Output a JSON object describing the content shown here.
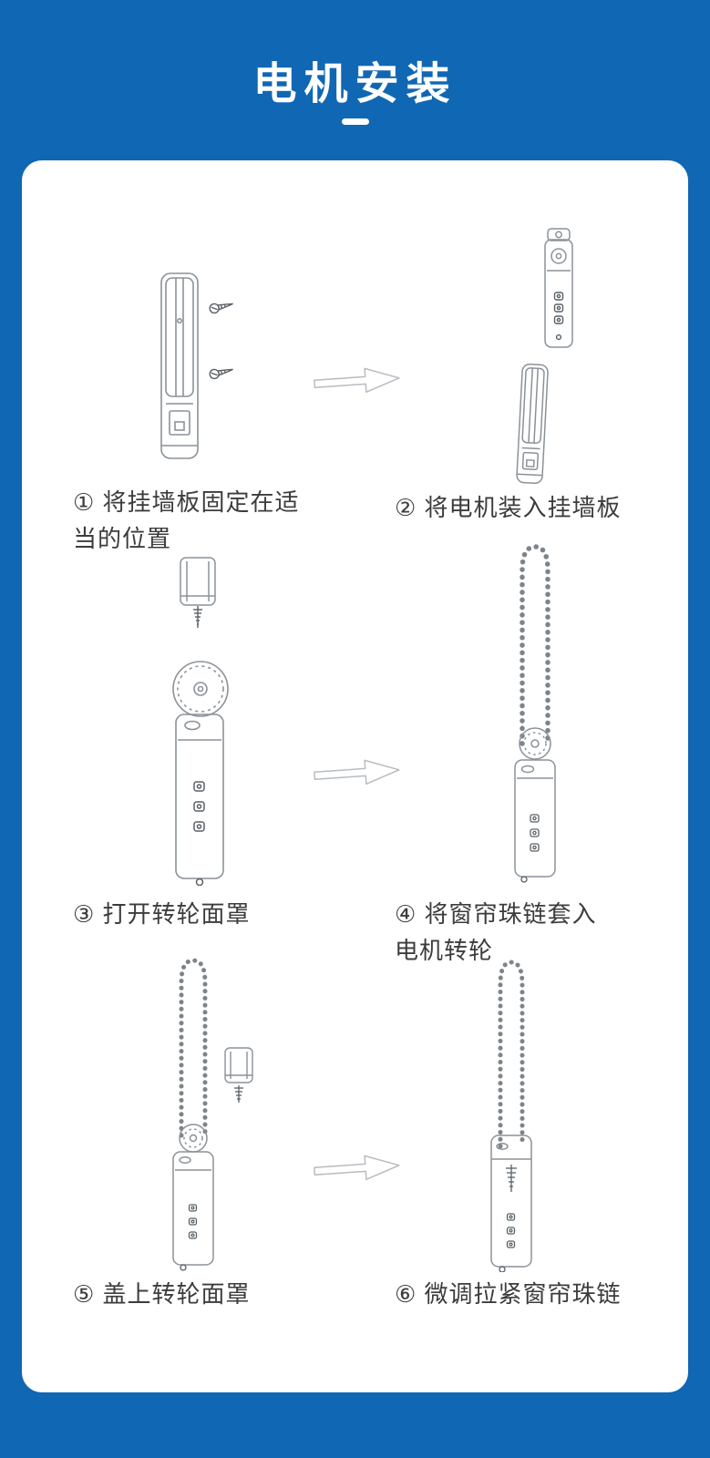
{
  "page": {
    "title": "电机安装",
    "section_marker": "一",
    "background_color": "#1067b4",
    "card_color": "#ffffff",
    "line_art_color": "#8b9298"
  },
  "steps": [
    {
      "caption": "① 将挂墙板固定在适当的位置"
    },
    {
      "caption": "② 将电机装入挂墙板"
    },
    {
      "caption": "③ 打开转轮面罩"
    },
    {
      "caption": "④ 将窗帘珠链套入电机转轮"
    },
    {
      "caption": "⑤ 盖上转轮面罩"
    },
    {
      "caption": "⑥ 微调拉紧窗帘珠链"
    }
  ]
}
